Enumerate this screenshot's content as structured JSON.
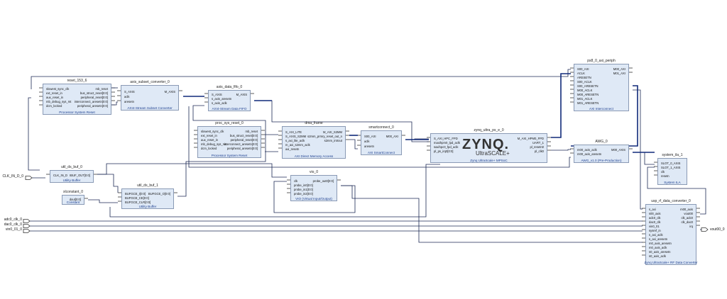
{
  "external_ports": {
    "clk_in": "CLK_IN_D_0",
    "adc0_clk": "adc0_clk_0",
    "dac0_clk": "dac0_clk_0",
    "vin0_01": "vin0_01_0",
    "vout00": "vout00_0"
  },
  "blocks": {
    "reset_153_6": {
      "instance": "reset_153_6",
      "subtitle": "Processor System Reset",
      "in_ports": [
        "slowest_sync_clk",
        "ext_reset_in",
        "aux_reset_in",
        "mb_debug_sys_rst",
        "dcm_locked"
      ],
      "out_ports": [
        "mb_reset",
        "bus_struct_reset[0:0]",
        "peripheral_reset[0:0]",
        "interconnect_aresetn[0:0]",
        "peripheral_aresetn[0:0]"
      ]
    },
    "axis_subset_converter_0": {
      "instance": "axis_subset_converter_0",
      "subtitle": "AXI4-Stream Subset Converter",
      "in_ports": [
        "S_AXIS",
        "aclk",
        "aresetn"
      ],
      "out_ports": [
        "M_AXIS"
      ]
    },
    "axis_data_fifo_0": {
      "instance": "axis_data_fifo_0",
      "subtitle": "AXI4-Stream Data FIFO",
      "in_ports": [
        "S_AXIS",
        "s_axis_aresetn",
        "s_axis_aclk"
      ],
      "out_ports": [
        "M_AXIS"
      ]
    },
    "proc_sys_reset_0": {
      "instance": "proc_sys_reset_0",
      "subtitle": "Processor System Reset",
      "in_ports": [
        "slowest_sync_clk",
        "ext_reset_in",
        "aux_reset_in",
        "mb_debug_sys_rst",
        "dcm_locked"
      ],
      "out_ports": [
        "mb_reset",
        "bus_struct_reset[0:0]",
        "peripheral_reset[0:0]",
        "interconnect_aresetn[0:0]",
        "peripheral_aresetn[0:0]"
      ]
    },
    "dma_frame": {
      "instance": "dma_frame",
      "subtitle": "AXI Direct Memory Access",
      "in_ports": [
        "S_AXI_LITE",
        "S_AXIS_S2MM",
        "s_axi_lite_aclk",
        "m_axi_s2mm_aclk",
        "axi_resetn"
      ],
      "out_ports": [
        "M_AXI_S2MM",
        "s2mm_prmry_reset_out_n",
        "s2mm_introut"
      ]
    },
    "smartconnect_0": {
      "instance": "smartconnect_0",
      "subtitle": "AXI SmartConnect",
      "in_ports": [
        "S00_AXI",
        "aclk",
        "aresetn"
      ],
      "out_ports": [
        "M00_AXI"
      ]
    },
    "zynq_ultra_ps_e_0": {
      "instance": "zynq_ultra_ps_e_0",
      "subtitle": "Zynq UltraScale+ MPSoC",
      "in_ports": [
        "S_AXI_HPC_FPD",
        "maxihpm0_lpd_aclk",
        "saxihpc0_fpd_aclk",
        "pl_ps_irq0[0:0]"
      ],
      "out_ports": [
        "M_AXI_HPM0_FPD",
        "UART_1",
        "pl_resetn0",
        "pl_clk0"
      ],
      "logo_main": "ZYNQ.",
      "logo_sub": "UltraSCALE+"
    },
    "ps8_0_axi_periph": {
      "instance": "ps8_0_axi_periph",
      "subtitle": "AXI Interconnect",
      "in_ports": [
        "S00_AXI",
        "ACLK",
        "ARESETN",
        "S00_ACLK",
        "S00_ARESETN",
        "M00_ACLK",
        "M00_ARESETN",
        "M01_ACLK",
        "M01_ARESETN"
      ],
      "out_ports": [
        "M00_AXI",
        "M01_AXI"
      ]
    },
    "AWG_0": {
      "instance": "AWG_0",
      "subtitle": "AWG_v1.0 (Pre-Production)",
      "in_ports": [
        "m00_axis_aclk",
        "m00_axis_aresetn"
      ],
      "out_ports": [
        "M00_AXIS"
      ]
    },
    "system_ila_1": {
      "instance": "system_ila_1",
      "subtitle": "System ILA",
      "in_ports": [
        "SLOT_0_AXIS",
        "SLOT_1_AXIS",
        "clk",
        "resetn"
      ],
      "out_ports": []
    },
    "util_ds_buf_0": {
      "instance": "util_ds_buf_0",
      "subtitle": "Utility Buffer",
      "in_ports": [
        "CLK_IN_D"
      ],
      "out_ports": [
        "IBUF_OUT[0:0]"
      ]
    },
    "util_ds_buf_1": {
      "instance": "util_ds_buf_1",
      "subtitle": "Utility Buffer",
      "in_ports": [
        "BUFGCE_I[0:0]",
        "BUFGCE_CE[0:0]",
        "BUFGCE_CLR[0:0]"
      ],
      "out_ports": [
        "BUFGCE_O[0:0]"
      ]
    },
    "xlconstant_0": {
      "instance": "xlconstant_0",
      "subtitle": "Constant",
      "in_ports": [],
      "out_ports": [
        "dout[0:0]"
      ]
    },
    "vio_0": {
      "instance": "vio_0",
      "subtitle": "VIO (Virtual Input/Output)",
      "in_ports": [
        "clk",
        "probe_in0[0:0]",
        "probe_in1[0:0]",
        "probe_in2[0:0]"
      ],
      "out_ports": [
        "probe_out0[0:0]"
      ]
    },
    "usp_rf_data_converter_0": {
      "instance": "usp_rf_data_converter_0",
      "subtitle": "Zynq UltraScale+ RF Data Converter",
      "in_ports": [
        "s_axi",
        "s00_axis",
        "adc0_clk",
        "dac0_clk",
        "vin0_01",
        "sysref_in",
        "s_axi_aclk",
        "s_axi_aresetn",
        "m0_axis_aresetn",
        "m0_axis_aclk",
        "s0_axis_aresetn",
        "s0_axis_aclk"
      ],
      "out_ports": [
        "m00_axis",
        "vout00",
        "clk_adc0",
        "clk_dac0",
        "irq"
      ]
    }
  }
}
